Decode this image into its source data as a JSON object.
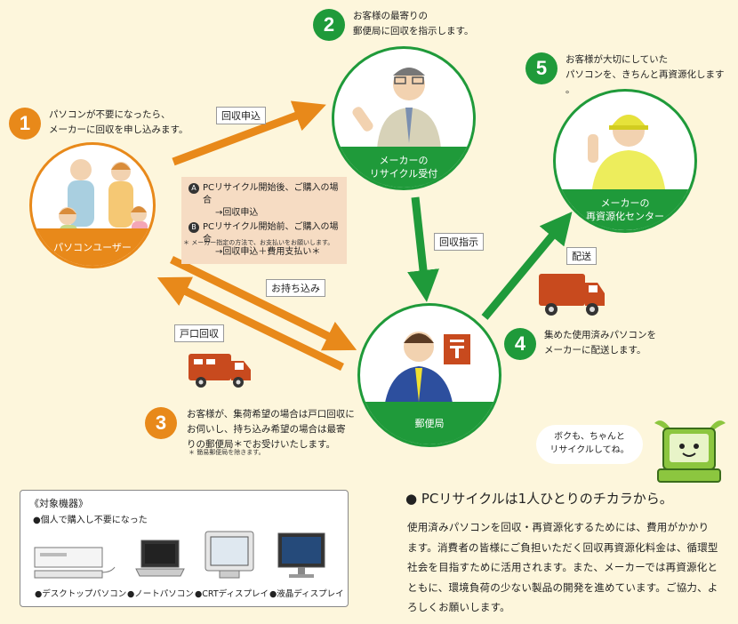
{
  "steps": {
    "s1": {
      "num": "1",
      "text": "パソコンが不要になったら、\nメーカーに回収を申し込みます。"
    },
    "s2": {
      "num": "2",
      "text": "お客様の最寄りの\n郵便局に回収を指示します。"
    },
    "s3": {
      "num": "3",
      "text": "お客様が、集荷希望の場合は戸口回収に\nお伺いし、持ち込み希望の場合は最寄\nりの郵便局＊でお受けいたします。",
      "footnote": "＊ 簡易郵便局を除きます。"
    },
    "s4": {
      "num": "4",
      "text": "集めた使用済みパソコンを\nメーカーに配送します。"
    },
    "s5": {
      "num": "5",
      "text": "お客様が大切にしていた\nパソコンを、きちんと再資源化します\n。"
    }
  },
  "nodes": {
    "user": "パソコンユーザー",
    "maker_reception": "メーカーの\nリサイクル受付",
    "recycle_center": "メーカーの\n再資源化センター",
    "post_office": "郵便局"
  },
  "arrow_labels": {
    "apply": "回収申込",
    "instruct": "回収指示",
    "carry_in": "お持ち込み",
    "door_pickup": "戸口回収",
    "deliver": "配送"
  },
  "notes": {
    "a_badge": "A",
    "a_line1": "PCリサイクル開始後、ご購入の場合",
    "a_line2": "→回収申込",
    "b_badge": "B",
    "b_line1": "PCリサイクル開始前、ご購入の場合",
    "b_line2": "→回収申込＋費用支払い＊",
    "footnote": "＊ メーカー指定の方法で、お支払いをお願いします。"
  },
  "mascot_bubble": "ボクも、ちゃんと\nリサイクルしてね。",
  "devices": {
    "heading": "《対象機器》",
    "sub": "●個人で購入し不要になった",
    "labels": [
      "●デスクトップパソコン",
      "●ノートパソコン",
      "●CRTディスプレイ",
      "●液晶ディスプレイ"
    ]
  },
  "headline": "● PCリサイクルは1人ひとりのチカラから。",
  "body": "使用済みパソコンを回収・再資源化するためには、費用がかかります。消費者の皆様にご負担いただく回収再資源化料金は、循環型社会を目指すために活用されます。また、メーカーでは再資源化とともに、環境負荷の少ない製品の開発を進めています。ご協力、よろしくお願いします。",
  "colors": {
    "orange": "#e8891a",
    "green": "#1f9a3a",
    "background": "#fdf6dc",
    "truck_red": "#c84a1e"
  }
}
